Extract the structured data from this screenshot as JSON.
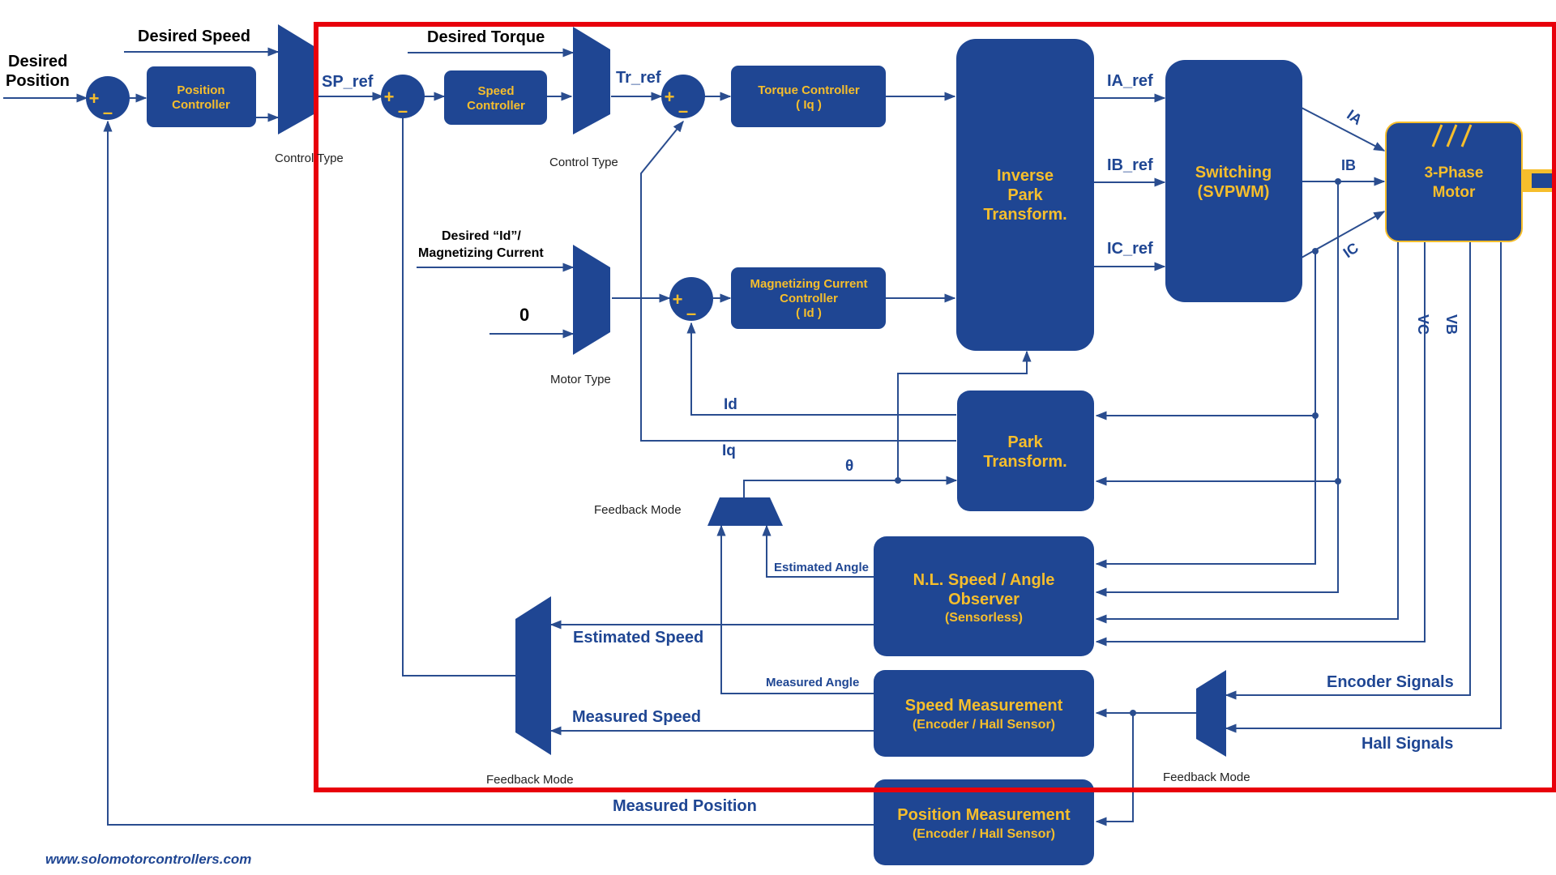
{
  "colors": {
    "block": "#1f4693",
    "block_text": "#f6be2c",
    "wire": "#2a4d8f",
    "highlight": "#e8000b"
  },
  "inputs": {
    "desired_position": [
      "Desired",
      "Position"
    ],
    "desired_speed": "Desired Speed",
    "desired_torque": "Desired Torque",
    "desired_id": [
      "Desired “Id”/",
      "Magnetizing Current"
    ],
    "zero": "0"
  },
  "blocks": {
    "position_controller": [
      "Position",
      "Controller"
    ],
    "speed_controller": [
      "Speed",
      "Controller"
    ],
    "torque_controller": [
      "Torque Controller",
      "( Iq )"
    ],
    "magnetizing_controller": [
      "Magnetizing Current",
      "Controller",
      "( Id )"
    ],
    "inverse_park": [
      "Inverse",
      "Park",
      "Transform."
    ],
    "switching": [
      "Switching",
      "(SVPWM)"
    ],
    "motor": [
      "3-Phase",
      "Motor"
    ],
    "park": [
      "Park",
      "Transform."
    ],
    "observer": [
      "N.L. Speed / Angle",
      "Observer",
      "(Sensorless)"
    ],
    "speed_measurement": [
      "Speed Measurement",
      "(Encoder / Hall Sensor)"
    ],
    "position_measurement": [
      "Position Measurement",
      "(Encoder / Hall Sensor)"
    ]
  },
  "mux_labels": {
    "control_type_1": "Control Type",
    "control_type_2": "Control Type",
    "motor_type": "Motor Type",
    "feedback_mode_angle": "Feedback Mode",
    "feedback_mode_speed": "Feedback Mode",
    "feedback_mode_sensor": "Feedback Mode"
  },
  "signals": {
    "sp_ref": "SP_ref",
    "tr_ref": "Tr_ref",
    "ia_ref": "IA_ref",
    "ib_ref": "IB_ref",
    "ic_ref": "IC_ref",
    "ia": "IA",
    "ib": "IB",
    "ic": "IC",
    "vc": "VC",
    "vb": "VB",
    "id": "Id",
    "iq": "Iq",
    "theta": "θ",
    "estimated_angle": "Estimated Angle",
    "measured_angle": "Measured Angle",
    "estimated_speed": "Estimated Speed",
    "measured_speed": "Measured Speed",
    "measured_position": "Measured Position",
    "encoder_signals": "Encoder Signals",
    "hall_signals": "Hall Signals"
  },
  "sum_signs": {
    "plus": "+",
    "minus": "–"
  },
  "footer": {
    "url": "www.solomotorcontrollers.com"
  }
}
